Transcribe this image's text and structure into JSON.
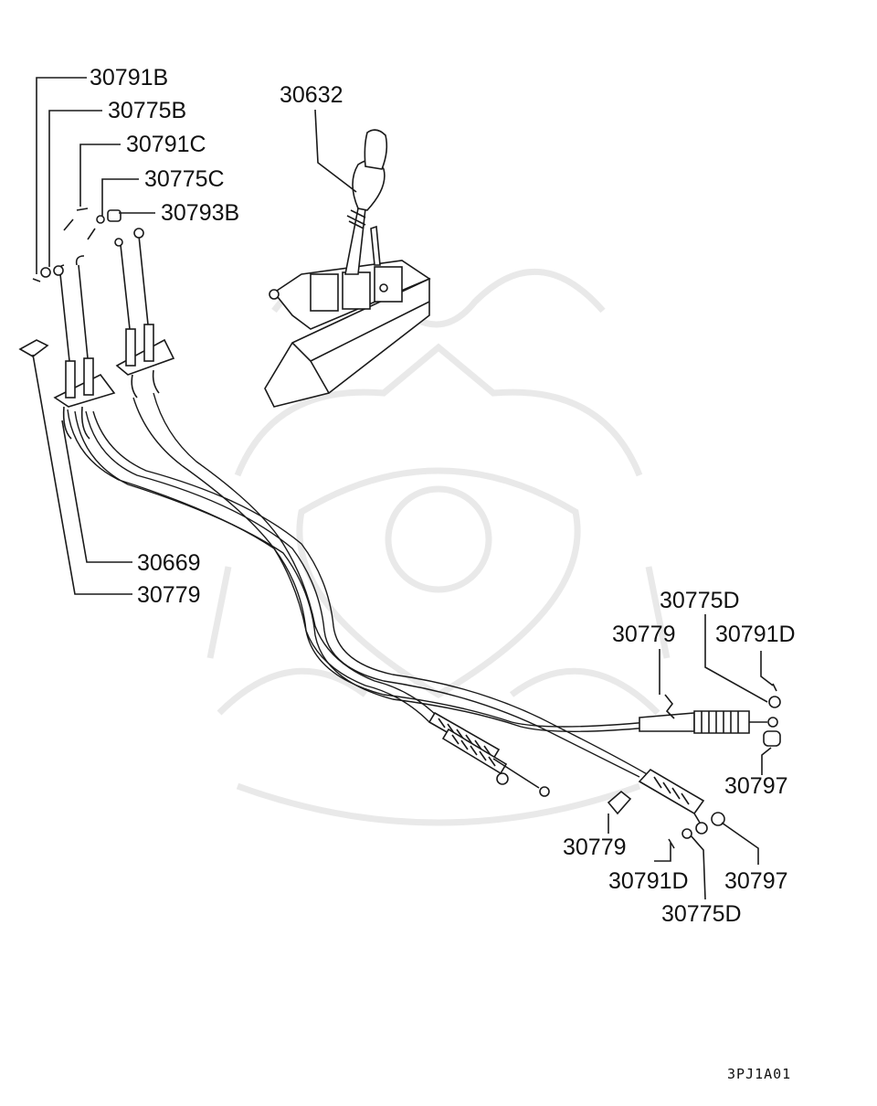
{
  "diagram": {
    "callouts": {
      "c1": "30791B",
      "c2": "30775B",
      "c3": "30791C",
      "c4": "30775C",
      "c5": "30793B",
      "c6": "30632",
      "c7": "30669",
      "c8": "30779",
      "c9": "30775D",
      "c10": "30779",
      "c11": "30791D",
      "c12": "30797",
      "c13": "30779",
      "c14": "30791D",
      "c15": "30797",
      "c16": "30775D"
    },
    "figure_code": "3PJ1A01"
  }
}
